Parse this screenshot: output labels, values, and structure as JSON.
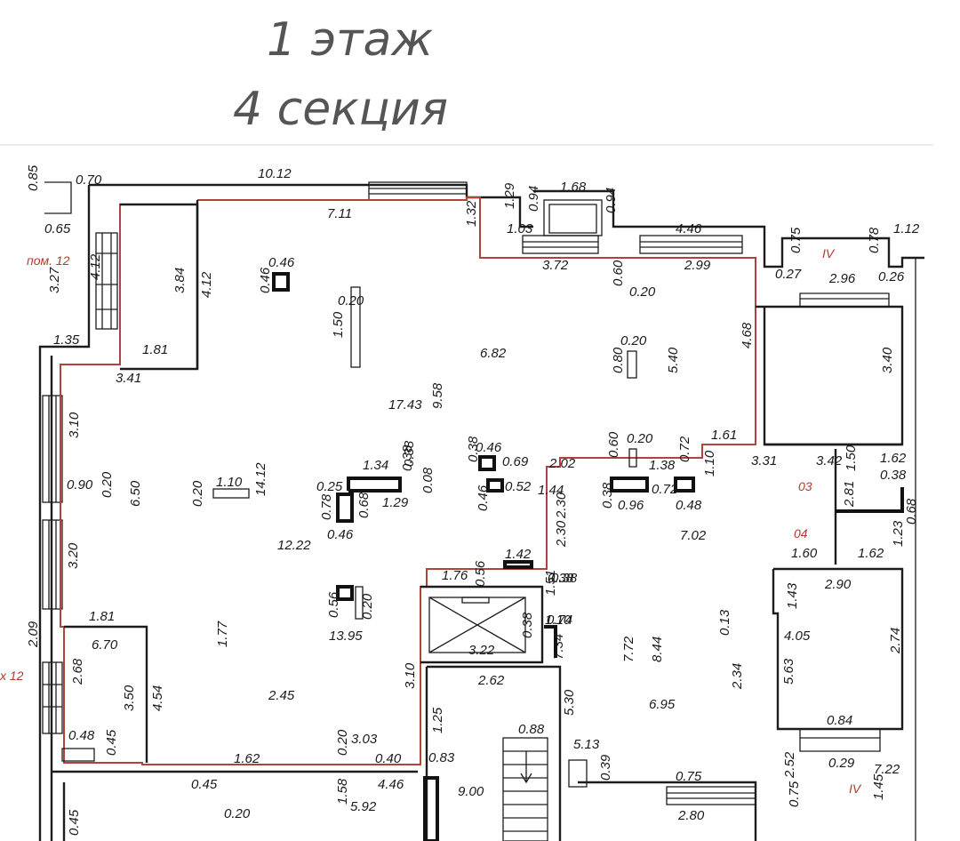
{
  "title": {
    "floor": "1 этаж",
    "section": "4 секция"
  },
  "room_labels": {
    "pom12_top": "пом. 12",
    "pom12_left": "х 12",
    "roman_a": "IV",
    "roman_b": "IV",
    "code_03": "03",
    "code_04": "04"
  },
  "dimensions": [
    "0.70",
    "0.85",
    "0.65",
    "10.12",
    "7.11",
    "1.32",
    "1.29",
    "0.94",
    "1.03",
    "1.68",
    "0.94",
    "4.46",
    "1.12",
    "0.75",
    "0.78",
    "3.72",
    "0.60",
    "0.20",
    "2.99",
    "0.27",
    "2.96",
    "0.26",
    "0.46",
    "0.46",
    "3.27",
    "4.12",
    "3.84",
    "4.12",
    "0.20",
    "1.50",
    "6.82",
    "0.20",
    "0.80",
    "5.40",
    "4.68",
    "3.40",
    "1.35",
    "1.81",
    "3.41",
    "17.43",
    "9.58",
    "3.10",
    "0.46",
    "0.69",
    "0.38",
    "0.20",
    "0.60",
    "1.61",
    "2.02",
    "1.38",
    "0.72",
    "1.10",
    "3.31",
    "3.42",
    "1.50",
    "1.62",
    "0.38",
    "0.90",
    "0.20",
    "6.50",
    "0.20",
    "1.10",
    "14.12",
    "1.34",
    "0.38",
    "0.25",
    "0.08",
    "1.29",
    "0.78",
    "0.68",
    "0.46",
    "0.38",
    "0.52",
    "0.46",
    "1.44",
    "0.38",
    "0.96",
    "0.72",
    "0.48",
    "2.81",
    "0.68",
    "7.02",
    "2.30",
    "2.30",
    "1.23",
    "12.22",
    "1.60",
    "1.62",
    "3.20",
    "1.76",
    "0.56",
    "1.42",
    "0.38",
    "1.51",
    "2.90",
    "0.38",
    "0.56",
    "1.10",
    "0.20",
    "1.43",
    "13.95",
    "2.09",
    "1.81",
    "6.70",
    "1.77",
    "0.38",
    "0.74",
    "7.34",
    "7.72",
    "8.44",
    "0.13",
    "4.05",
    "2.74",
    "2.68",
    "3.22",
    "3.50",
    "4.54",
    "3.10",
    "2.62",
    "5.63",
    "2.34",
    "5.30",
    "6.95",
    "2.45",
    "1.25",
    "0.88",
    "0.48",
    "0.45",
    "0.20",
    "3.03",
    "0.84",
    "5.13",
    "1.62",
    "0.40",
    "0.83",
    "0.39",
    "2.52",
    "0.29",
    "7.22",
    "0.45",
    "1.58",
    "4.46",
    "0.75",
    "0.75",
    "1.45",
    "9.00",
    "0.20",
    "5.92",
    "2.80",
    "0.45"
  ]
}
